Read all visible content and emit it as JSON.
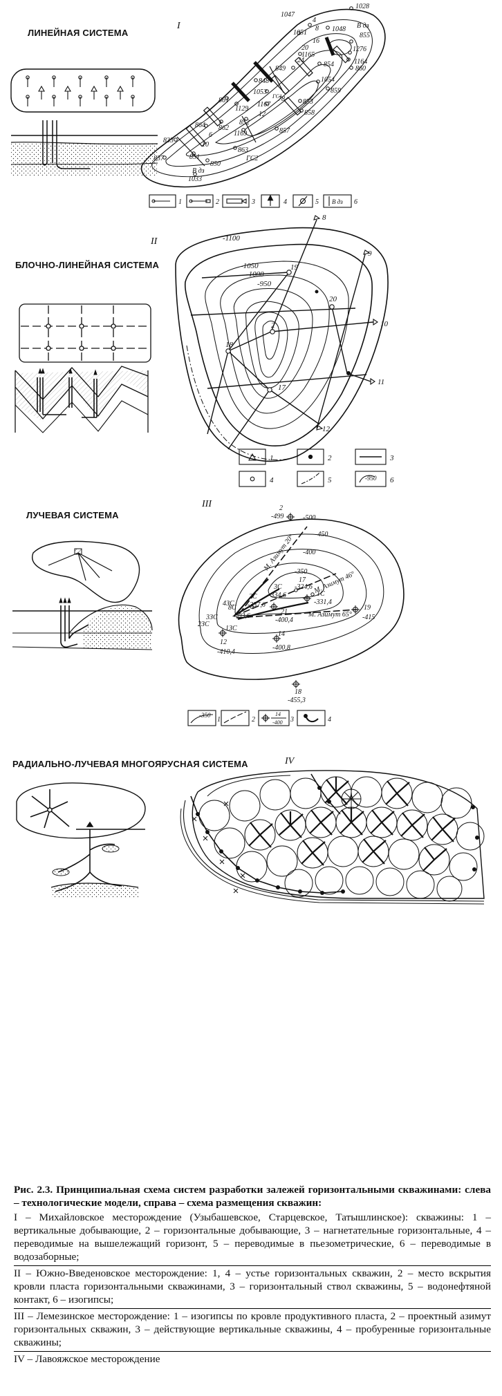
{
  "sections": [
    {
      "title": "ЛИНЕЙНАЯ СИСТЕМА",
      "roman": "I"
    },
    {
      "title": "БЛОЧНО-ЛИНЕЙНАЯ СИСТЕМА",
      "roman": "II"
    },
    {
      "title": "ЛУЧЕВАЯ СИСТЕМА",
      "roman": "III"
    },
    {
      "title": "РАДИАЛЬНО-ЛУЧЕВАЯ МНОГОЯРУСНАЯ СИСТЕМА",
      "roman": "IV"
    }
  ],
  "map1": {
    "wells": [
      "1047",
      "1028",
      "1048",
      "1051",
      "855",
      "1276",
      "1164",
      "1165",
      "854",
      "860",
      "849",
      "1054",
      "858",
      "859",
      "853",
      "848",
      "1053",
      "861",
      "1129",
      "1167",
      "862",
      "864",
      "852",
      "1169",
      "857",
      "833",
      "837",
      "851",
      "850",
      "863",
      "1033"
    ],
    "labels": {
      "vdz": "В дз",
      "gs1": "ГС1",
      "gs2": "ГС2",
      "n16": "16",
      "n8": "8",
      "n4": "4",
      "n20": "20",
      "n24": "24",
      "n78": "78",
      "n12": "12",
      "n6": "6",
      "n10": "10"
    },
    "legend": [
      "1",
      "2",
      "3",
      "4",
      "5",
      "6"
    ],
    "legend6_text": "В дз"
  },
  "map2": {
    "contours": [
      "-1100",
      "-1050",
      "-1000",
      "-950"
    ],
    "wells": [
      "8",
      "9",
      "10",
      "11",
      "12",
      "17",
      "18",
      "19",
      "20",
      "2"
    ],
    "legend": [
      "1",
      "2",
      "3",
      "4",
      "5",
      "6"
    ],
    "legend6_text": "-950"
  },
  "map3": {
    "contours": [
      "-500",
      "-450",
      "-400",
      "-350"
    ],
    "azimuths": [
      "М. Азимут 20°",
      "М. Азимут 46°",
      "М. Азимут 65°"
    ],
    "wells": [
      {
        "num": "2",
        "depth": "-499"
      },
      {
        "num": "17",
        "depth": "-324,6"
      },
      {
        "num": "3С",
        "depth": "-334,6"
      },
      {
        "num": "2С",
        "depth": "-337,6"
      },
      {
        "num": "1С",
        "depth": "-331,4"
      },
      {
        "num": "8С",
        "depth": "-403,6"
      },
      {
        "num": "21",
        "depth": "-400,4"
      },
      {
        "num": "19",
        "depth": "-415"
      },
      {
        "num": "12",
        "depth": "-410,4"
      },
      {
        "num": "14",
        "depth": "-400,8"
      },
      {
        "num": "18",
        "depth": "-455,3"
      }
    ],
    "extra_labels": [
      "4ЗС",
      "3ЗС",
      "2ЗС",
      "1ЗС"
    ],
    "legend": [
      "1",
      "2",
      "3",
      "4"
    ],
    "legend1_text": "-350",
    "legend3_top": "14",
    "legend3_bottom": "-400"
  },
  "caption": {
    "title": "Рис. 2.3. Принципиальная схема систем разработки залежей горизонтальными скважинами: слева – технологические модели, справа – схема размещения скважин:",
    "legend_I": "I – Михайловское месторождение (Узыбашевское, Старцевское, Татышлинское): скважины: 1 – вертикальные добывающие, 2 – горизонтальные добывающие, 3 – нагнетательные горизонтальные, 4 – переводимые на вышележащий горизонт, 5 – переводимые в пьезометрические, 6 – переводимые в водозаборные;",
    "legend_II": "II – Южно-Введеновское месторождение: 1, 4 – устье горизонтальных скважин, 2 – место вскрытия кровли пласта горизонтальными скважинами, 3 – горизонтальный ствол скважины, 5 – водонефтяной контакт, 6 – изогипсы;",
    "legend_III": "III – Лемезинское месторождение: 1 – изогипсы по кровле продуктивного пласта, 2 – проектный азимут горизонтальных скважин, 3 – действующие вертикальные скважины, 4 – пробуренные горизонтальные скважины;",
    "legend_IV": "IV – Лавояжское месторождение"
  }
}
